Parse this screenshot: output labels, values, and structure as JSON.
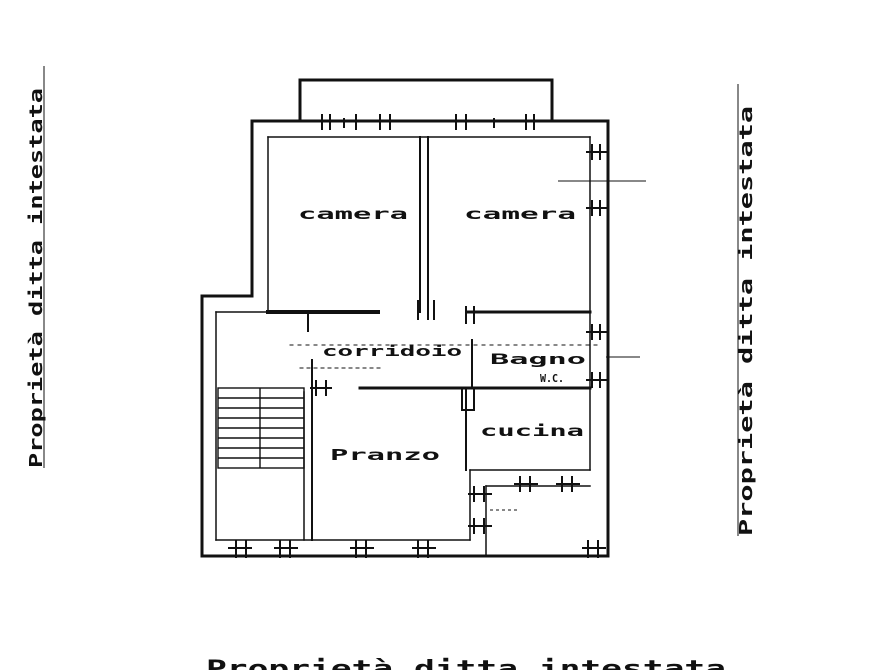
{
  "plan": {
    "side_label_left": "Proprietà ditta intestata",
    "side_label_right": "Proprietà ditta intestata",
    "bottom_label": "Proprietà ditta intestata",
    "rooms": {
      "camera_1": "camera",
      "camera_2": "camera",
      "corridoio": "corridoio",
      "bagno": "Bagno",
      "wc": "W.C.",
      "cucina": "cucina",
      "pranzo": "Pranzo"
    }
  }
}
